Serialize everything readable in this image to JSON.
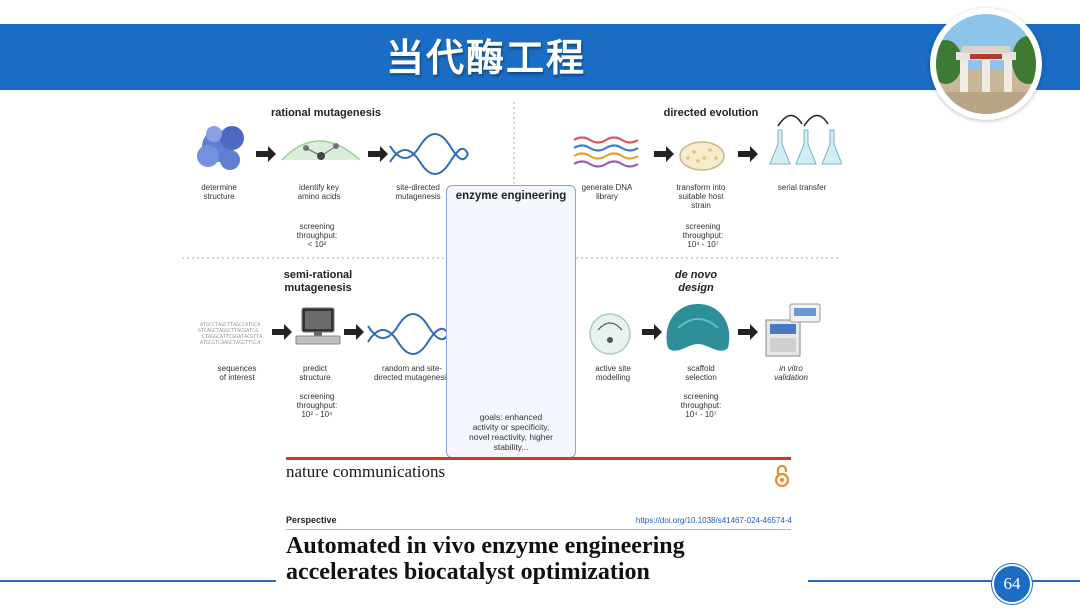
{
  "slide": {
    "title": "当代酶工程",
    "page_number": "64"
  },
  "figure": {
    "center": {
      "title": "enzyme engineering",
      "goals": "goals: enhanced\nactivity or specificity,\nnovel reactivity, higher\nstability..."
    },
    "rational": {
      "title": "rational mutagenesis",
      "steps": [
        "determine\nstructure",
        "identify key\namino acids",
        "site-directed\nmutagenesis"
      ],
      "throughput": "screening\nthroughput:\n< 10²"
    },
    "directed": {
      "title": "directed evolution",
      "steps": [
        "generate DNA\nlibrary",
        "transform into\nsuitable host\nstrain",
        "serial transfer"
      ],
      "throughput": "screening\nthroughput:\n10⁴ - 10⁷"
    },
    "semi": {
      "title": "semi-rational\nmutagenesis",
      "steps": [
        "sequences\nof interest",
        "predict\nstructure",
        "random and site-\ndirected mutagenesis"
      ],
      "throughput": "screening\nthroughput:\n10² - 10⁴"
    },
    "denovo": {
      "title": "de novo\ndesign",
      "steps": [
        "active site\nmodelling",
        "scaffold\nselection",
        "in vitro\nvalidation"
      ],
      "throughput": "screening\nthroughput:\n10⁴ - 10⁷"
    }
  },
  "paper": {
    "journal": "nature communications",
    "type": "Perspective",
    "doi": "https://doi.org/10.1038/s41467-024-46574-4",
    "title": "Automated in vivo enzyme engineering\naccelerates biocatalyst optimization"
  },
  "colors": {
    "header": "#1a6cc4",
    "accent_red": "#d6352c",
    "oa_orange": "#f08a24"
  }
}
